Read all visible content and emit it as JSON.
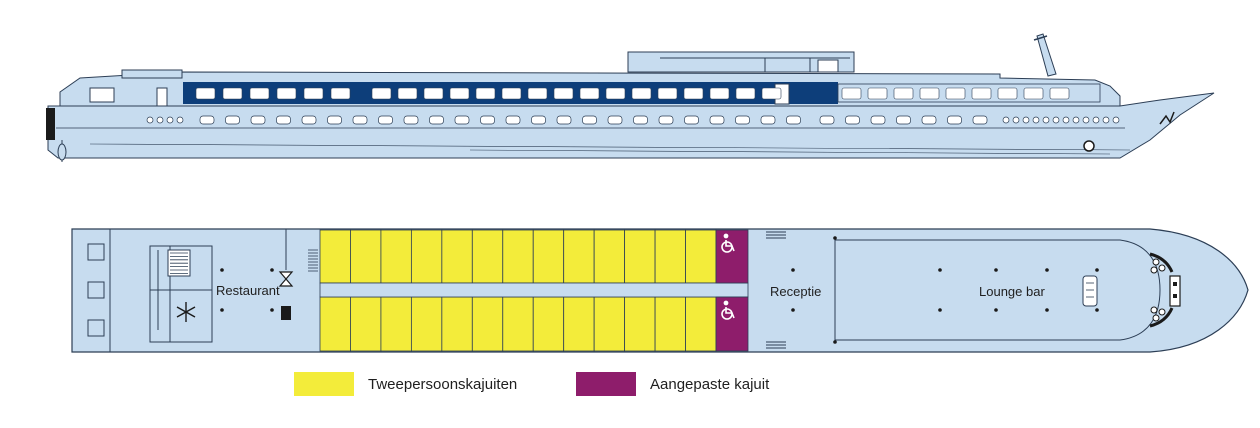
{
  "colors": {
    "hull": "#c7dcef",
    "outline": "#2c3e55",
    "window_band": "#0d3e7a",
    "double_cabin": "#f3ec3a",
    "adapted_cabin": "#8e1d6b",
    "background": "#ffffff"
  },
  "deck": {
    "labels": {
      "restaurant": "Restaurant",
      "reception": "Receptie",
      "lounge": "Lounge bar"
    },
    "double_cabins_per_row": 13,
    "adapted_cabins": 2,
    "icons": [
      "wheelchair-icon",
      "snowflake-icon",
      "stairs-icon",
      "ship-wheel-icon"
    ]
  },
  "legend": [
    {
      "id": "double",
      "label": "Tweepersoonskajuiten",
      "color": "#f3ec3a"
    },
    {
      "id": "adapted",
      "label": "Aangepaste kajuit",
      "color": "#8e1d6b"
    }
  ]
}
